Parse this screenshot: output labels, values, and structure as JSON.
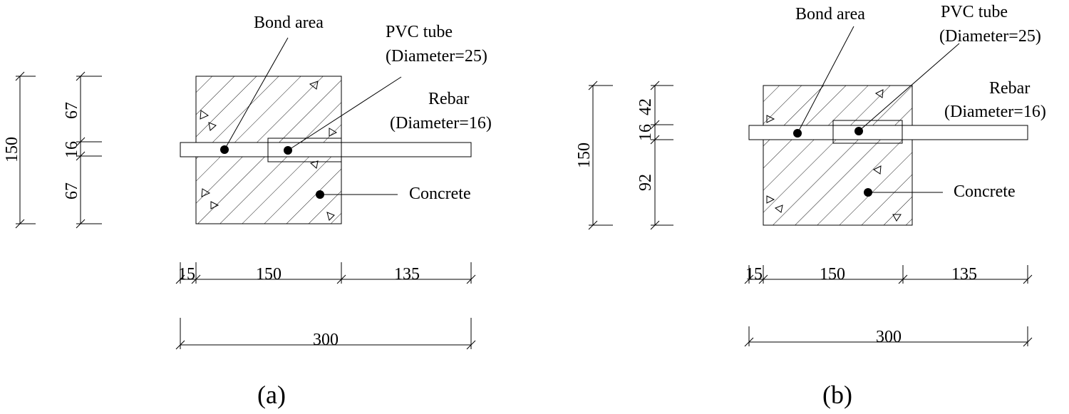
{
  "panels": {
    "a": {
      "caption": "(a)",
      "labels": {
        "bond_area": "Bond area",
        "pvc_tube": "PVC tube",
        "pvc_tube_diameter": "(Diameter=25)",
        "rebar": "Rebar",
        "rebar_diameter": "(Diameter=16)",
        "concrete": "Concrete"
      },
      "dims": {
        "height_total": "150",
        "seg_top": "67",
        "seg_mid": "16",
        "seg_bottom": "67",
        "len_left": "15",
        "len_block": "150",
        "len_right": "135",
        "len_total": "300"
      }
    },
    "b": {
      "caption": "(b)",
      "labels": {
        "bond_area": "Bond area",
        "pvc_tube": "PVC tube",
        "pvc_tube_diameter": "(Diameter=25)",
        "rebar": "Rebar",
        "rebar_diameter": "(Diameter=16)",
        "concrete": "Concrete"
      },
      "dims": {
        "height_total": "150",
        "seg_top": "42",
        "seg_mid": "16",
        "seg_bottom": "92",
        "len_left": "15",
        "len_block": "150",
        "len_right": "135",
        "len_total": "300"
      }
    }
  }
}
